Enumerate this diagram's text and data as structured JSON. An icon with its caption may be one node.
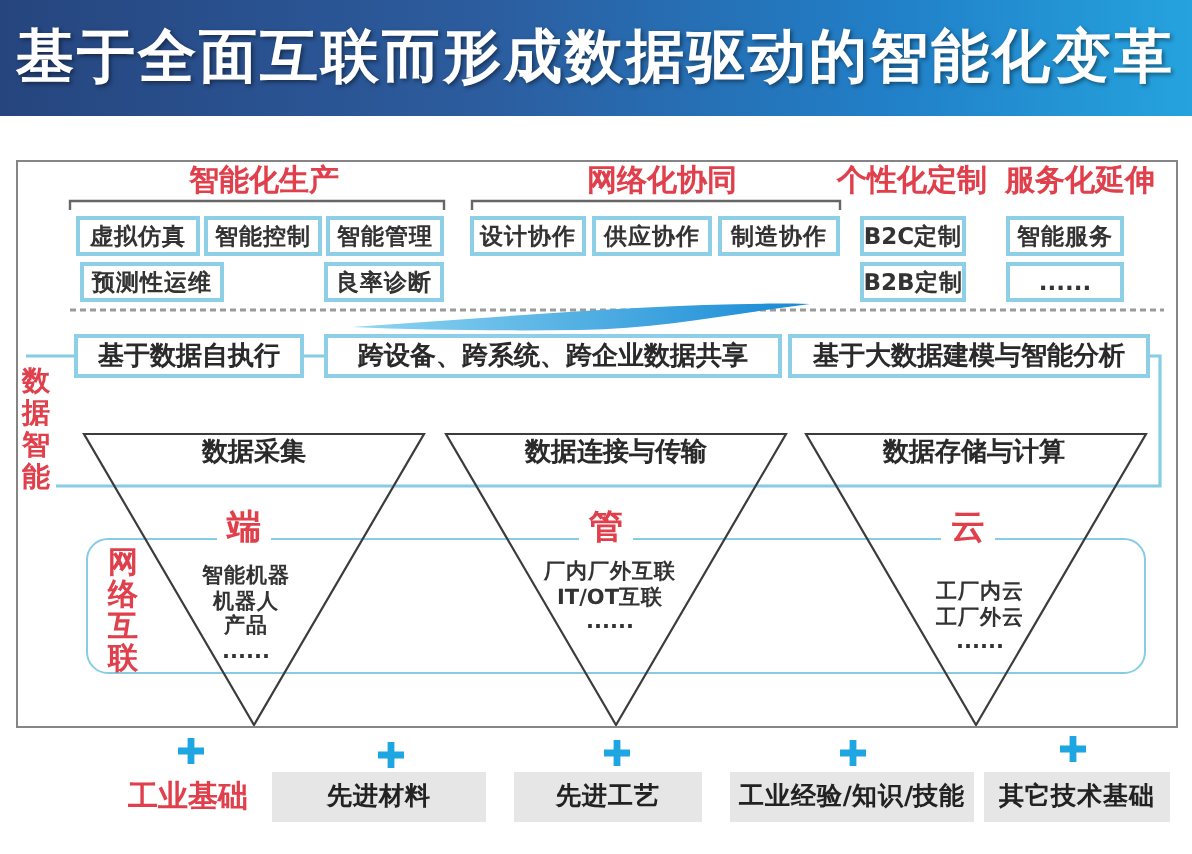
{
  "diagram": {
    "title": "基于全面互联而形成数据驱动的智能化变革",
    "nodes": [
      {
        "text": [
          "虚拟仿真"
        ]
      },
      {
        "text": [
          "智能控制"
        ]
      },
      {
        "text": [
          "智能管理"
        ]
      },
      {
        "text": [
          "设计协作"
        ]
      },
      {
        "text": [
          "供应协作"
        ]
      },
      {
        "text": [
          "制造协作"
        ]
      },
      {
        "text": [
          "B2C定制"
        ]
      },
      {
        "text": [
          "智能服务"
        ]
      },
      {
        "text": [
          "预测性运维"
        ]
      },
      {
        "text": [
          "良率诊断"
        ]
      },
      {
        "text": [
          "B2B定制"
        ]
      },
      {
        "text": [
          "......"
        ]
      },
      {
        "text": [
          "基于数据自执行"
        ]
      },
      {
        "text": [
          "跨设备、跨系统、跨企业数据共享"
        ]
      },
      {
        "text": [
          "基于大数据建模与智能分析"
        ]
      },
      {
        "text": [
          "数据采集",
          "端",
          "智能机器",
          "机器人",
          "产品",
          "......"
        ]
      },
      {
        "text": [
          "数据连接与传输",
          "管",
          "厂内厂外互联",
          "IT/OT互联",
          "......"
        ]
      },
      {
        "text": [
          "数据存储与计算",
          "云",
          "工厂内云",
          "工厂外云",
          "......"
        ]
      },
      {
        "text": [
          "网络互联"
        ]
      },
      {
        "text": [
          "先进材料"
        ]
      },
      {
        "text": [
          "先进工艺"
        ]
      },
      {
        "text": [
          "工业经验/知识/技能"
        ]
      },
      {
        "text": [
          "其它技术基础"
        ]
      }
    ],
    "labels": [
      "智能化生产",
      "网络化协同",
      "个性化定制",
      "服务化延伸",
      "数据智能",
      "工业基础"
    ]
  }
}
